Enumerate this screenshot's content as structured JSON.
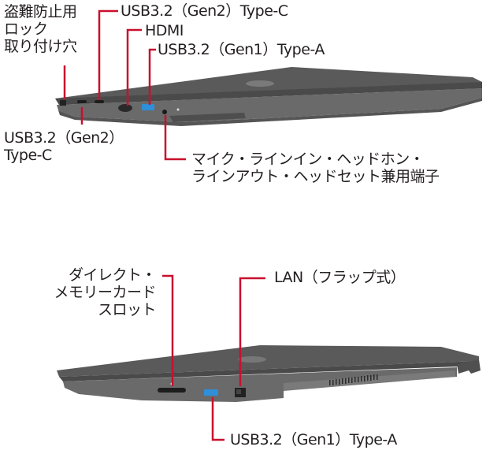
{
  "top_view": {
    "labels": {
      "security_lock": [
        "盗難防止用",
        "ロック",
        "取り付け穴"
      ],
      "usbc_gen2_top": "USB3.2（Gen2）Type-C",
      "hdmi": "HDMI",
      "usba_gen1_top": "USB3.2（Gen1）Type-A",
      "usbc_gen2_bottom": [
        "USB3.2（Gen2）",
        "Type-C"
      ],
      "audio_jack": [
        "マイク・ラインイン・ヘッドホン・",
        "ラインアウト・ヘッドセット兼用端子"
      ]
    }
  },
  "bottom_view": {
    "labels": {
      "card_slot": [
        "ダイレクト・",
        "メモリーカード",
        "スロット"
      ],
      "lan": "LAN（フラップ式）",
      "usba_gen1": "USB3.2（Gen1）Type-A"
    }
  },
  "colors": {
    "leader_line": "#c8102e",
    "chassis": "#5b5b5b",
    "usb_a_blue": "#2f8fd8",
    "text": "#231f20"
  }
}
